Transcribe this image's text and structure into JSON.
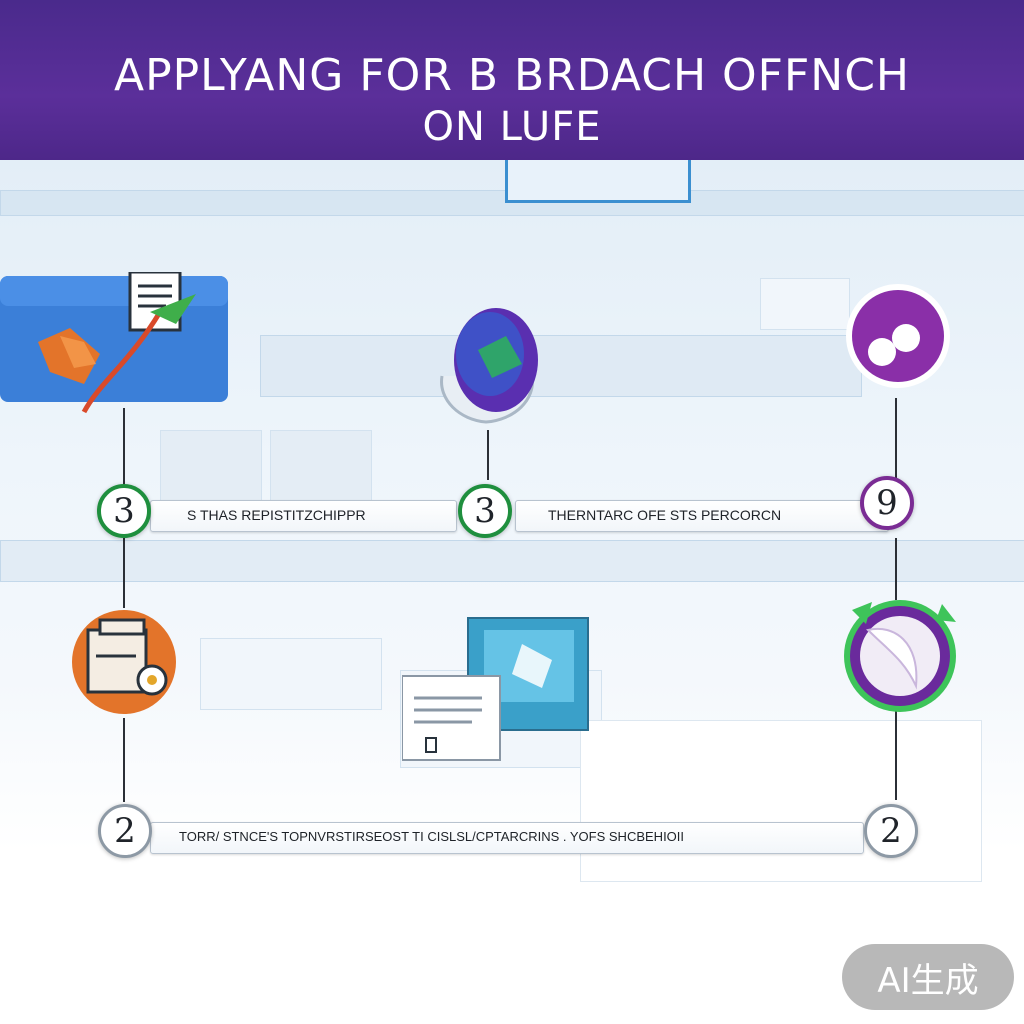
{
  "title": {
    "line1": "APPLYANG FOR B BRDACH  OFFNCH",
    "line2": "ON LUFE"
  },
  "steps_top": {
    "left_number": "3",
    "middle_number": "3",
    "right_number": "9",
    "left_label": "S THAS REPISTITZCHIPPR",
    "right_label": "THERNTARC OFE STS PERCORCN"
  },
  "steps_bottom": {
    "left_number": "2",
    "right_number": "2",
    "label": "TORR/ STNCE'S TOPNVRSTIRSEOST TI CISLSL/CPTARCRINS . YOFS SHCBEHIOII"
  },
  "icons": [
    "folder-wrench-icon",
    "shield-icon",
    "purple-dots-icon",
    "orange-folder-icon",
    "computer-icon",
    "purple-swirl-icon"
  ],
  "watermark": "AI生成",
  "colors": {
    "banner": "#4d2789",
    "green": "#1f8f3e",
    "purple": "#7a2c94",
    "blue": "#3b7fd8",
    "orange": "#e3742a"
  }
}
